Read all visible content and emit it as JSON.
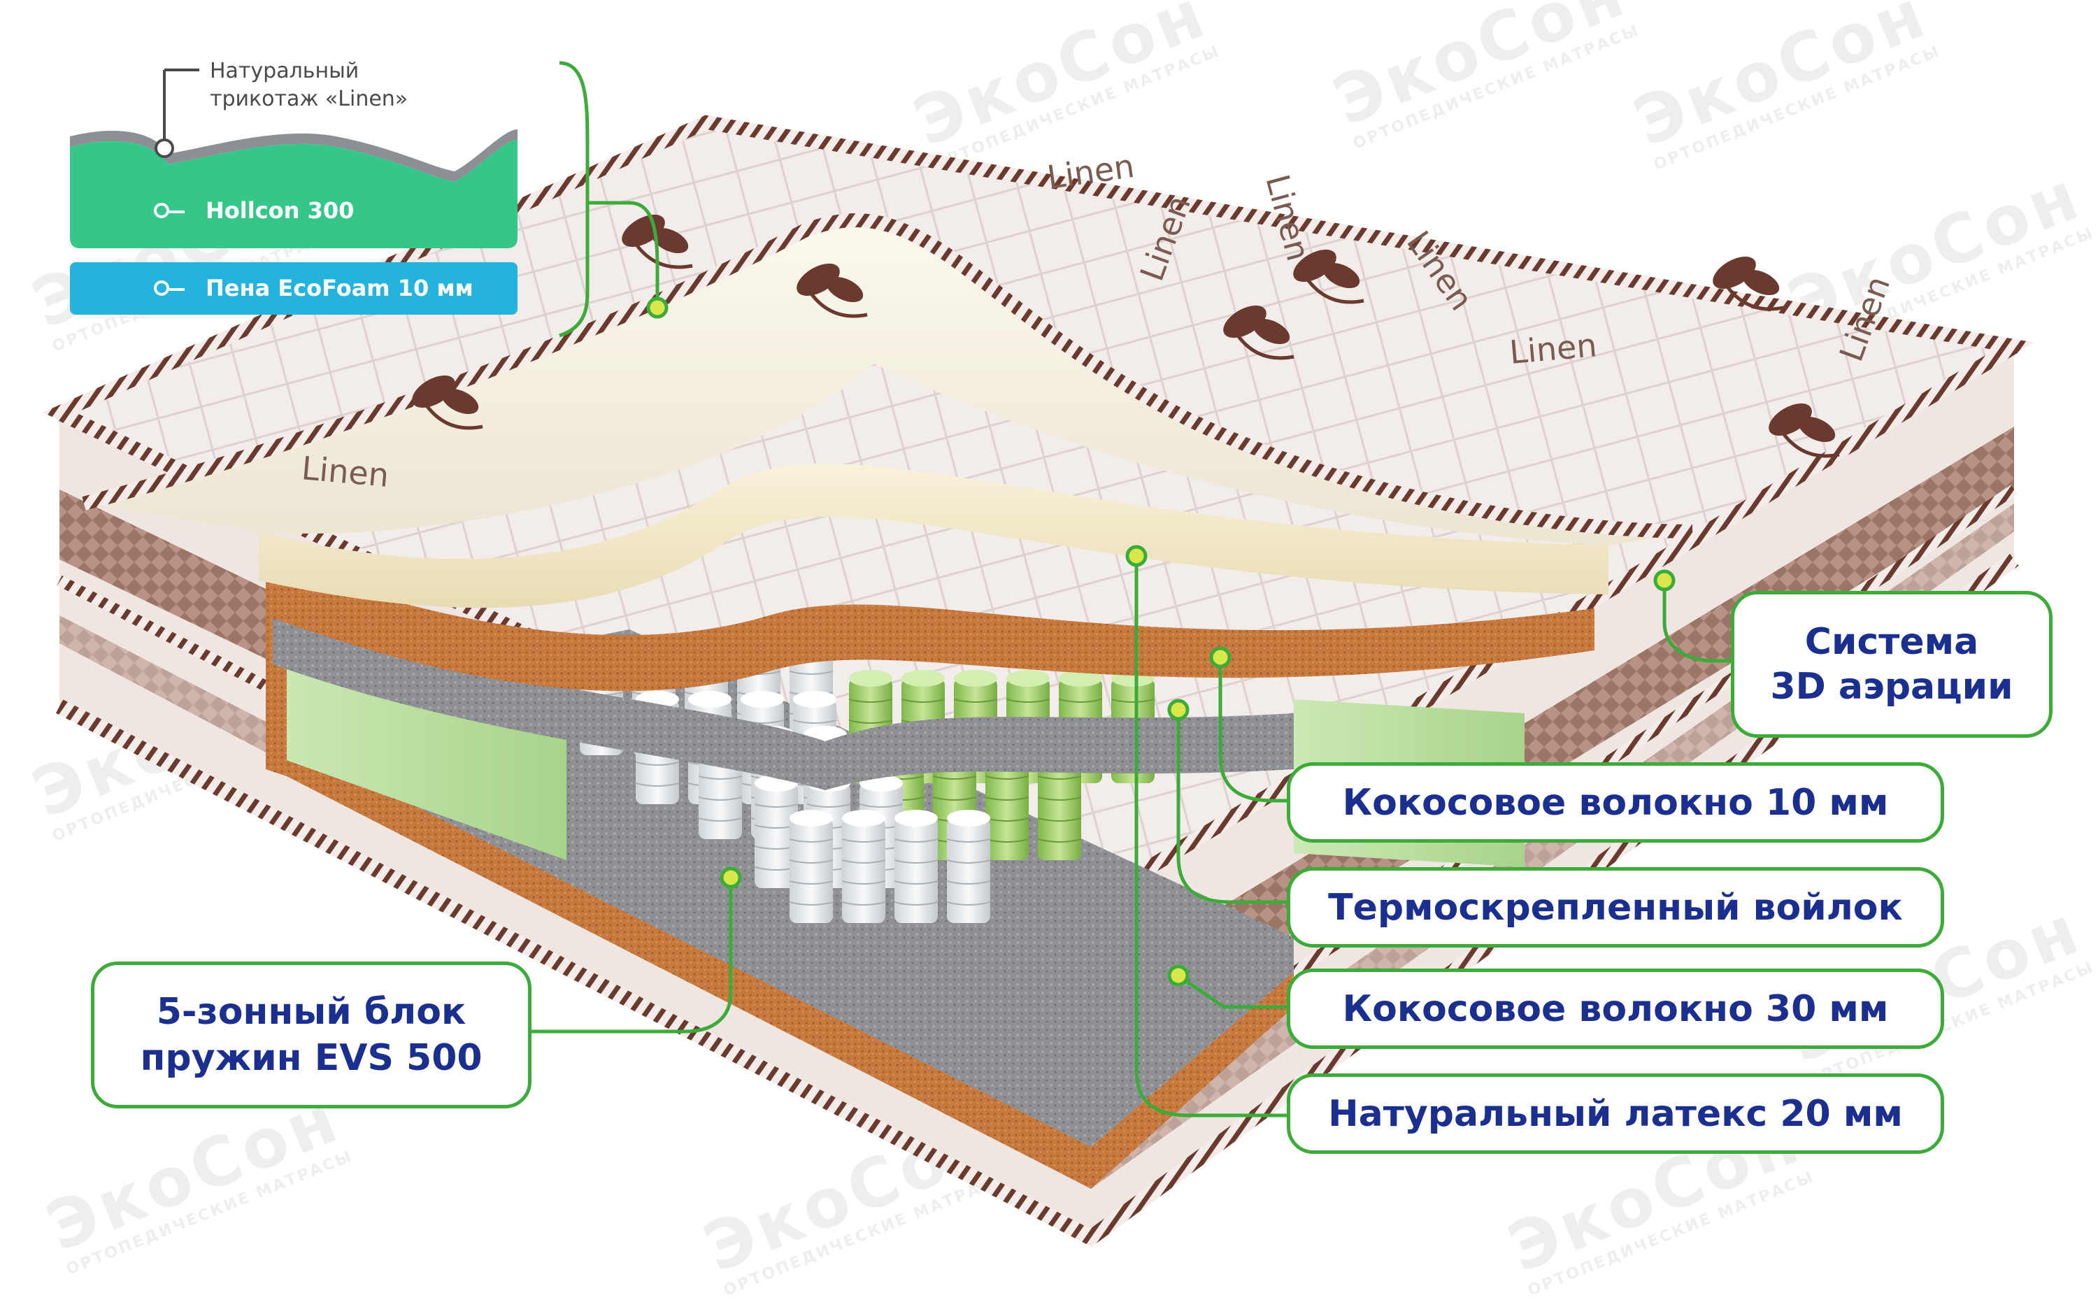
{
  "watermark": {
    "brand": "ЭкоСон",
    "tagline": "ОРТОПЕДИЧЕСКИЕ МАТРАСЫ"
  },
  "cover": {
    "brand_print": "Linen"
  },
  "legend": {
    "top_label_line1": "Натуральный",
    "top_label_line2": "трикотаж «Linen»",
    "layers": [
      {
        "label": "Hollcon 300",
        "color": "#35c78a"
      },
      {
        "label": "Пена EcoFoam 10 мм",
        "color": "#23b3dc"
      }
    ]
  },
  "callouts": {
    "aeration_line1": "Система",
    "aeration_line2": "3D аэрации",
    "coconut10": "Кокосовое волокно 10 мм",
    "felt": "Термоскрепленный войлок",
    "coconut30": "Кокосовое волокно 30 мм",
    "latex": "Натуральный латекс 20 мм",
    "springs_line1": "5-зонный блок",
    "springs_line2": "пружин EVS 500"
  },
  "colors": {
    "accent_green": "#3dab3a",
    "label_blue": "#1b2f8f",
    "marker_fill": "#d8e84a",
    "hollcon": "#35c78a",
    "ecofoam": "#23b3dc",
    "cover_fabric": "#f2ecea",
    "print_brown": "#6b3a2e",
    "latex": "#f3eacb",
    "coconut": "#c77a3f",
    "felt": "#8f9093",
    "foam_green": "#bfe3a6",
    "spring_white": "#e9ecef",
    "spring_green": "#9ccf5a"
  }
}
